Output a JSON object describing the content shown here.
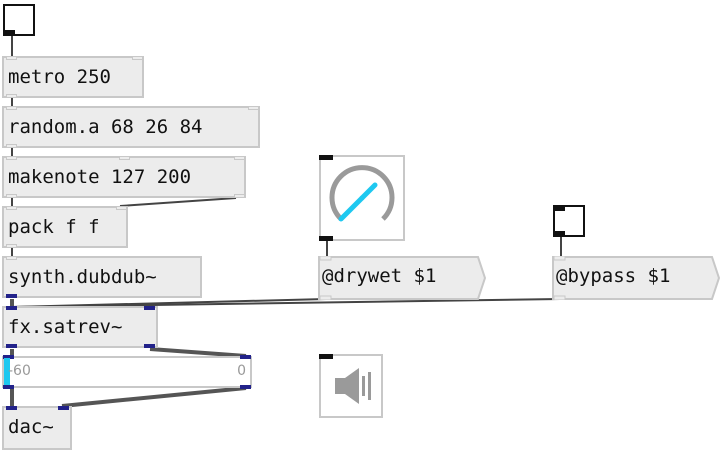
{
  "patch": {
    "objects": {
      "metro": "metro 250",
      "random": "random.a 68 26 84",
      "makenote": "makenote 127 200",
      "pack": "pack f f",
      "synth": "synth.dubdub~",
      "satrev": "fx.satrev~",
      "dac": "dac~"
    },
    "messages": {
      "drywet": "@drywet $1",
      "bypass": "@bypass $1"
    },
    "meter": {
      "min_label": "-60",
      "max_label": "0",
      "level": 0.0
    },
    "toggles": {
      "start_toggle_state": "off",
      "bypass_toggle_state": "off"
    },
    "knob": {
      "value_fraction": 0.55,
      "accent_color": "#1ec8f0"
    },
    "speaker": {
      "icon": "speaker-icon",
      "state": "off"
    },
    "colors": {
      "signal_inlet": "#22228a",
      "meter_fill": "#1ec8f0"
    }
  }
}
